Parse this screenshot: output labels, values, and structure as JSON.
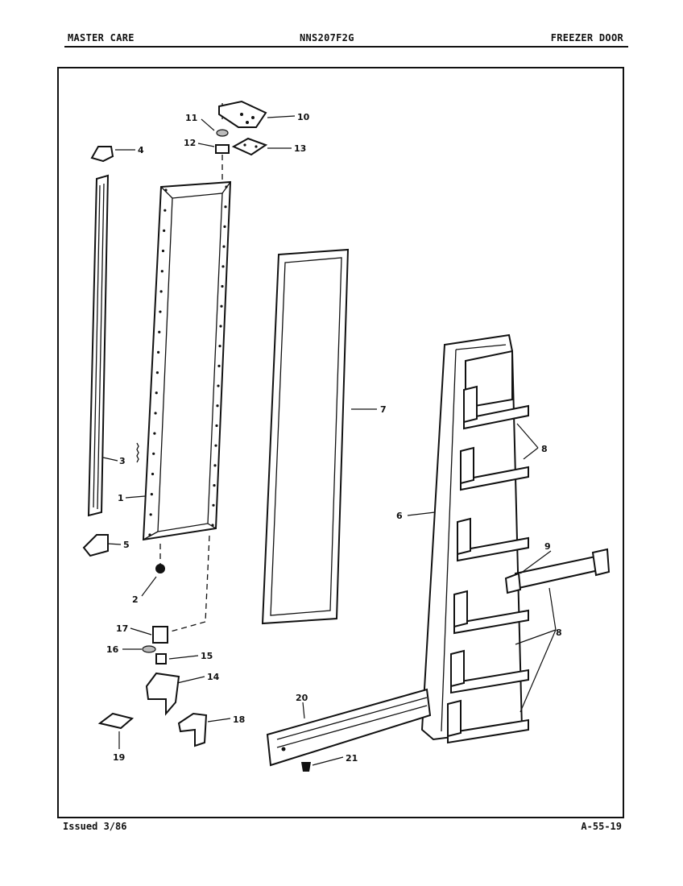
{
  "header": {
    "brand": "MASTER CARE",
    "model": "NNS207F2G",
    "section": "FREEZER DOOR"
  },
  "footer": {
    "issued": "Issued 3/86",
    "page_code": "A-55-19"
  },
  "callouts": {
    "p1": "1",
    "p2": "2",
    "p3": "3",
    "p4": "4",
    "p5": "5",
    "p6": "6",
    "p7": "7",
    "p8a": "8",
    "p8b": "8",
    "p9": "9",
    "p10": "10",
    "p11": "11",
    "p12": "12",
    "p13": "13",
    "p14": "14",
    "p15": "15",
    "p16": "16",
    "p17": "17",
    "p18": "18",
    "p19": "19",
    "p20": "20",
    "p21": "21"
  }
}
